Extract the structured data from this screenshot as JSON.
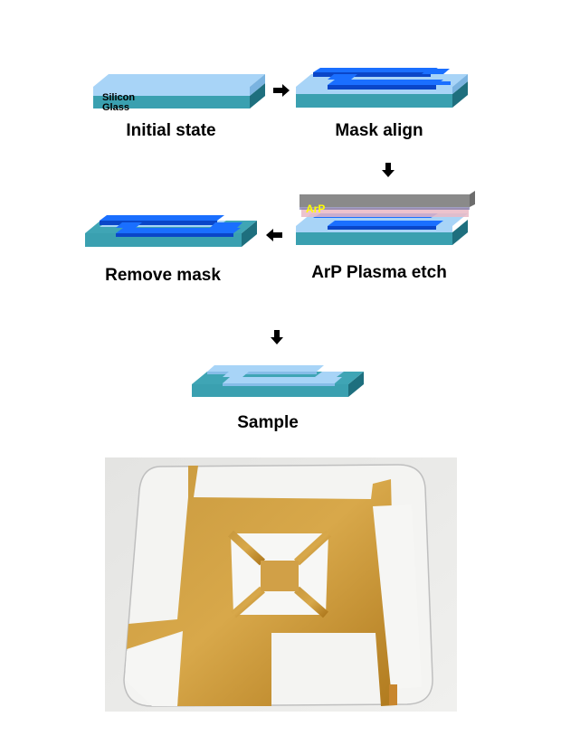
{
  "diagram": {
    "steps": [
      {
        "id": "initial",
        "caption": "Initial state"
      },
      {
        "id": "mask",
        "caption": "Mask align"
      },
      {
        "id": "etch",
        "caption": "ArP Plasma etch"
      },
      {
        "id": "remove",
        "caption": "Remove mask"
      },
      {
        "id": "sample",
        "caption": "Sample"
      }
    ],
    "labels": {
      "silicon": "Silicon",
      "glass": "Glass",
      "arp": "ArP"
    }
  },
  "colors": {
    "glass_top": "#3fa5b5",
    "glass_front": "#2f8fa0",
    "glass_side": "#1e6f7e",
    "silicon_top": "#a8d4f7",
    "silicon_side": "#7ab3e0",
    "mask": "#1a6fff",
    "mask_dark": "#0a46c8",
    "plasma_bar": "#8a8a8a",
    "plasma_pink": "#e9b8c6",
    "arp_text": "#ffff00"
  },
  "photo": {
    "description_icon": "patterned-sample-photo"
  }
}
